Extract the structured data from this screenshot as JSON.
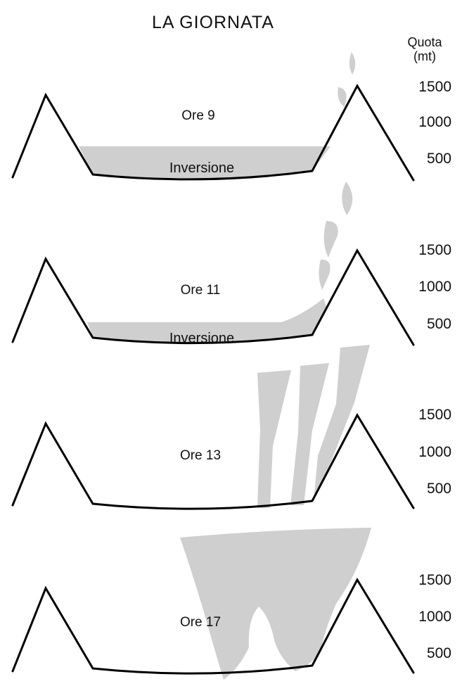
{
  "title": "LA GIORNATA",
  "axis": {
    "unit_line1": "Quota",
    "unit_line2": "(mt)",
    "ticks": [
      "1500",
      "1000",
      "500"
    ]
  },
  "panels": [
    {
      "time_label": "Ore 9",
      "layer_label": "Inversione"
    },
    {
      "time_label": "Ore 11",
      "layer_label": "Inversione"
    },
    {
      "time_label": "Ore 13"
    },
    {
      "time_label": "Ore 17"
    }
  ],
  "colors": {
    "line": "#000000",
    "shade": "#cfcfcf"
  }
}
